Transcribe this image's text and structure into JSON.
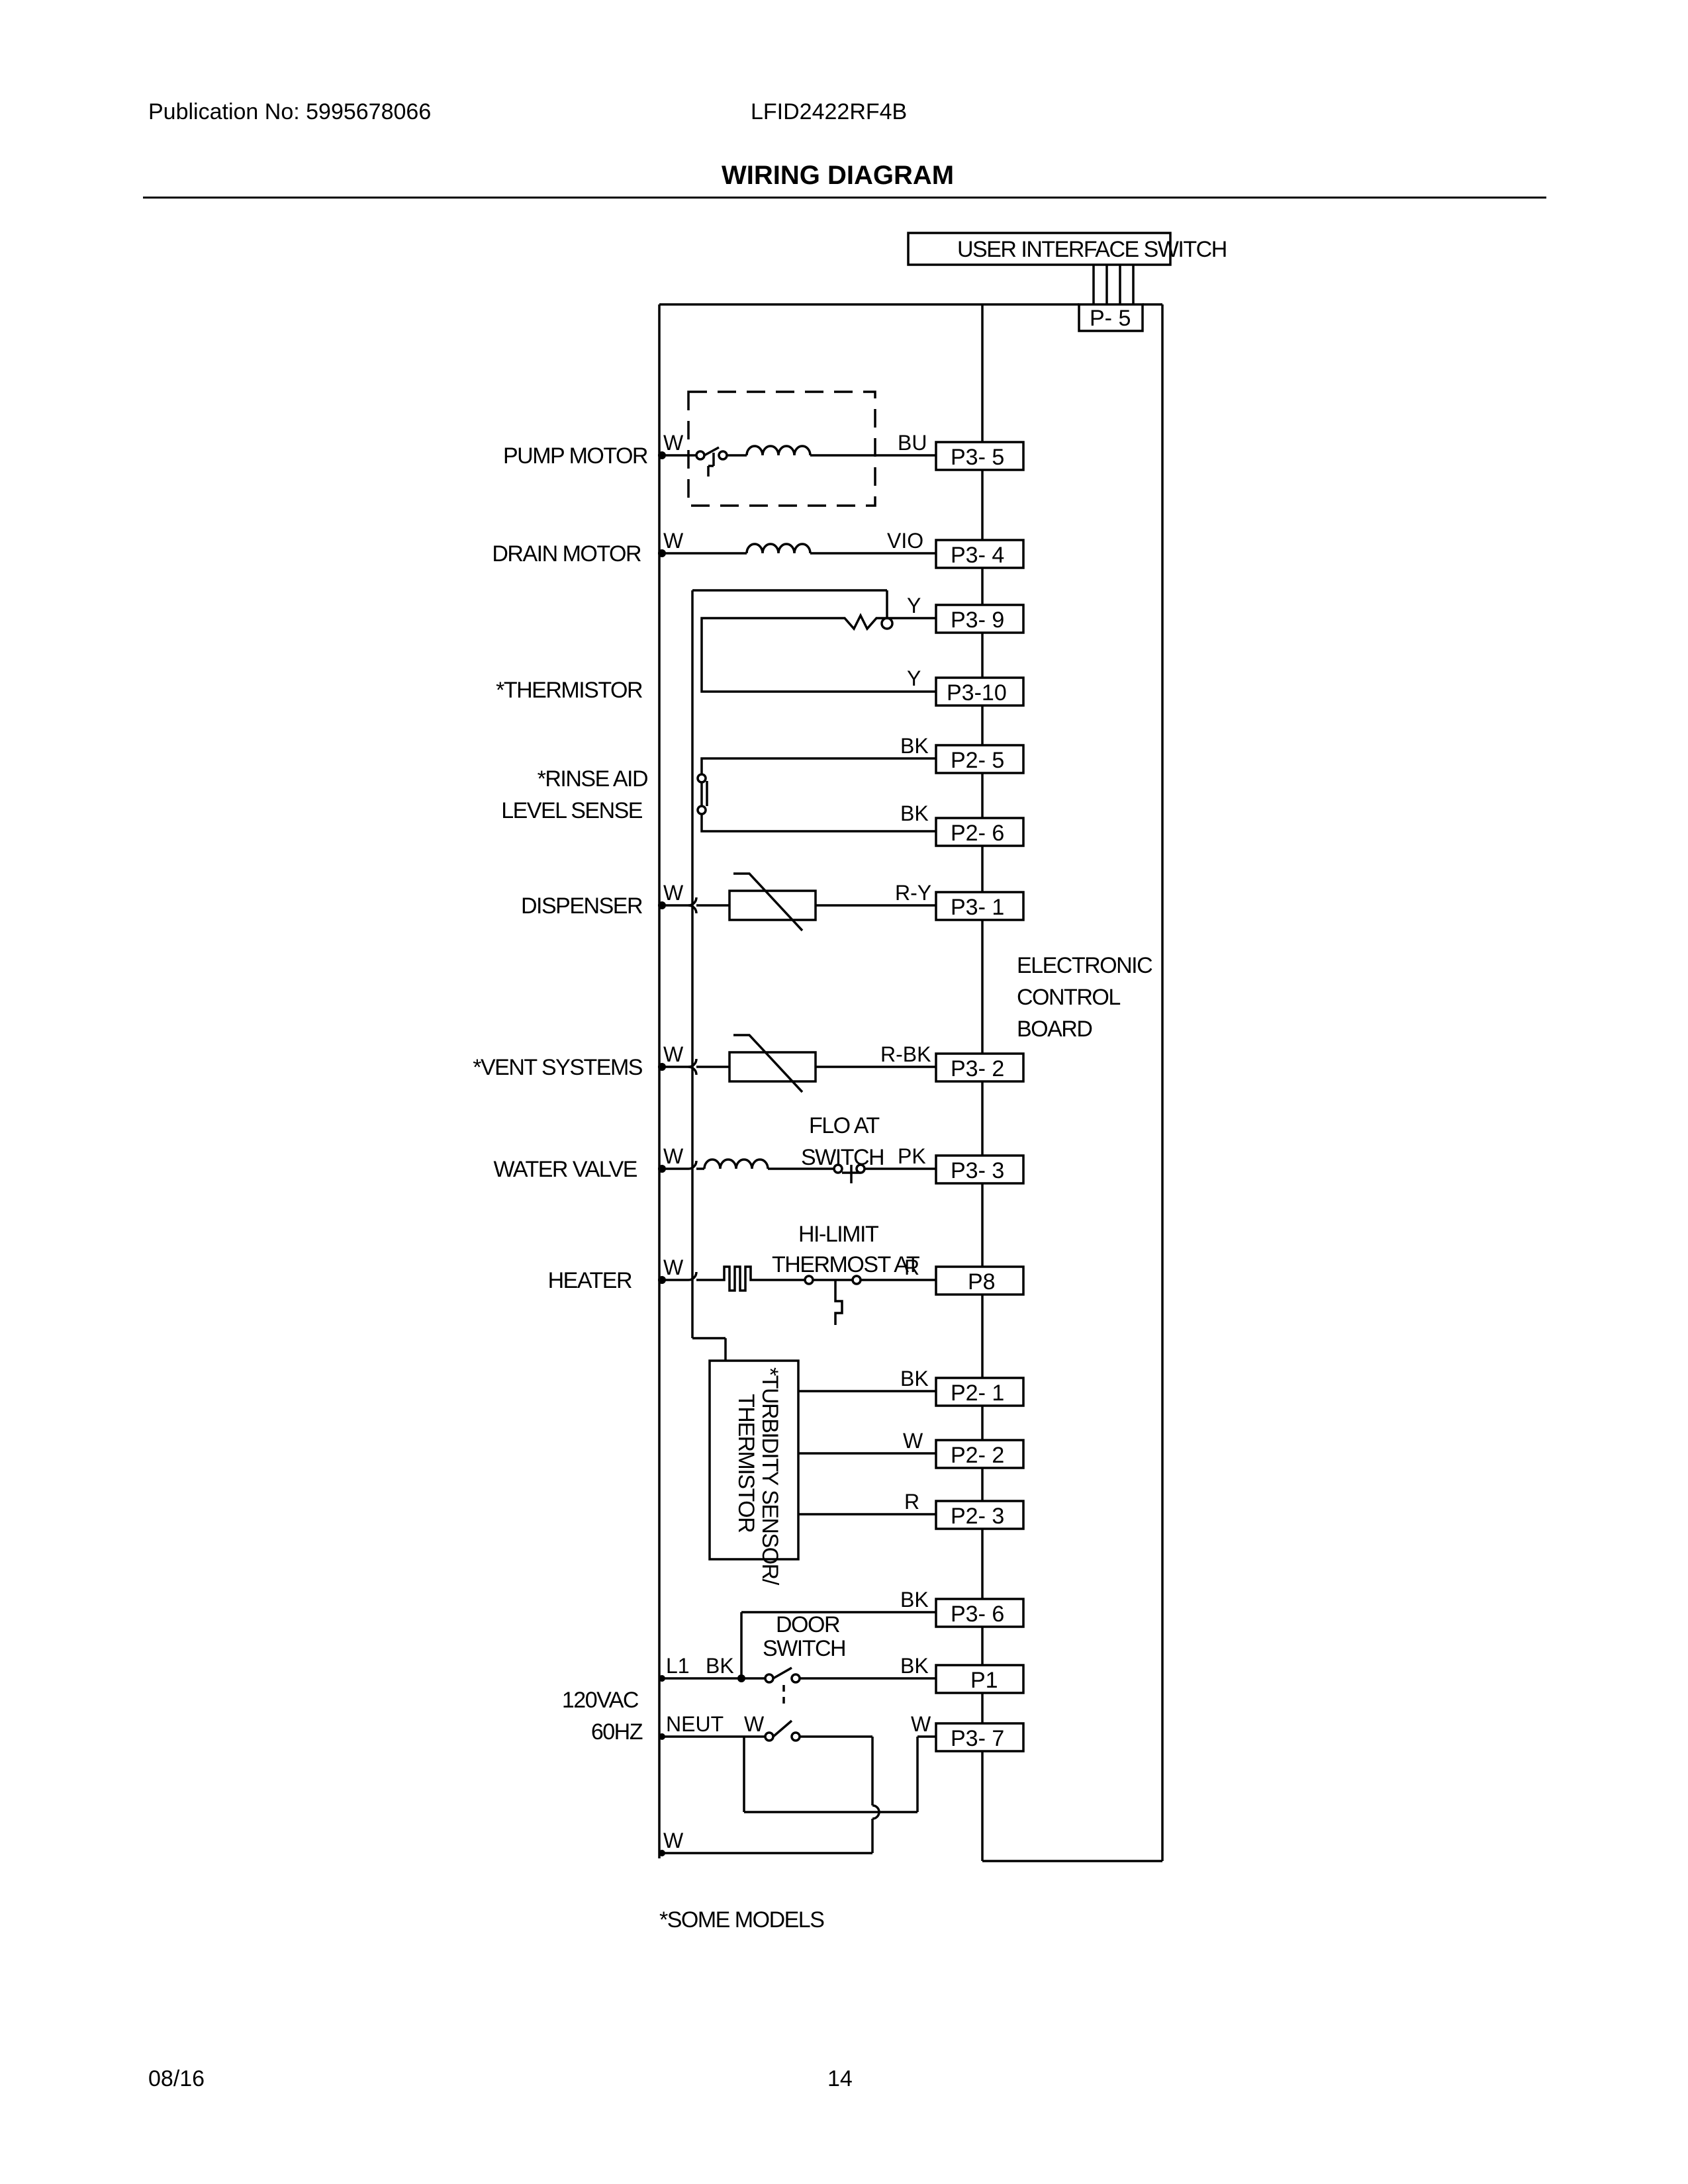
{
  "header": {
    "publication": "Publication No: 5995678066",
    "model": "LFID2422RF4B",
    "title": "WIRING DIAGRAM"
  },
  "footer": {
    "date": "08/16",
    "page": "14"
  },
  "diagram": {
    "user_interface_switch": "USER INTERFACE SWITCH",
    "p5": "P- 5",
    "board_label": [
      "ELECTRONIC",
      "CONTROL",
      "BOARD"
    ],
    "components": {
      "pump_motor": "PUMP MOTOR",
      "drain_motor": "DRAIN MOTOR",
      "thermistor": "*THERMISTOR",
      "rinse_aid_1": "*RINSE AID",
      "rinse_aid_2": "LEVEL SENSE",
      "dispenser": "DISPENSER",
      "vent_systems": "*VENT SYSTEMS",
      "water_valve": "WATER VALVE",
      "heater": "HEATER",
      "float_switch_1": "FLO AT",
      "float_switch_2": "SWITCH",
      "hilimit_1": "HI-LIMIT",
      "hilimit_2": "THERMOST AT",
      "turbidity_1": "*TURBIDITY SENSOR/",
      "turbidity_2": "THERMISTOR",
      "door_switch_1": "DOOR",
      "door_switch_2": "SWITCH",
      "supply_1": "120VAC",
      "supply_2": "60HZ",
      "some_models": "*SOME MODELS"
    },
    "pins": {
      "p3_5": "P3- 5",
      "p3_4": "P3- 4",
      "p3_9": "P3- 9",
      "p3_10": "P3-10",
      "p2_5": "P2- 5",
      "p2_6": "P2- 6",
      "p3_1": "P3- 1",
      "p3_2": "P3- 2",
      "p3_3": "P3- 3",
      "p8": "P8",
      "p2_1": "P2- 1",
      "p2_2": "P2- 2",
      "p2_3": "P2- 3",
      "p3_6": "P3- 6",
      "p1": "P1",
      "p3_7": "P3- 7"
    },
    "wire_colors": {
      "w": "W",
      "bu": "BU",
      "vio": "VIO",
      "y": "Y",
      "bk": "BK",
      "ry": "R-Y",
      "rbk": "R-BK",
      "pk": "PK",
      "r": "R",
      "l1": "L1",
      "neut": "NEUT"
    }
  }
}
